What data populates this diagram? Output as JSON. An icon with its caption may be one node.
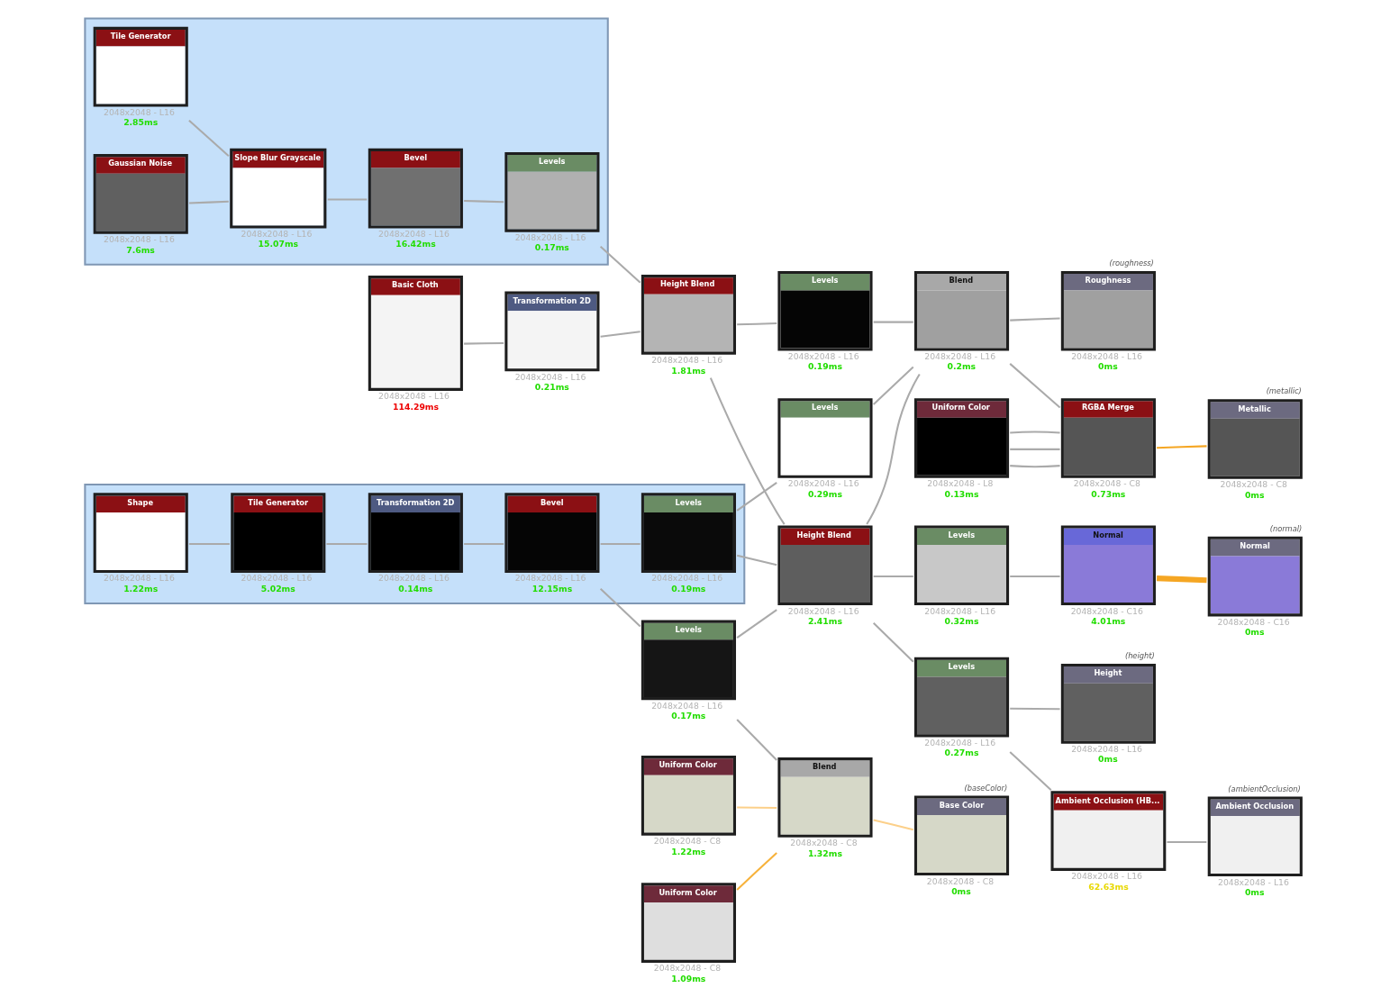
{
  "diagram": {
    "nodes": [
      {
        "text": [],
        "shape": "box"
      },
      {
        "text": [
          "Shape"
        ],
        "in": 0,
        "beside": [
          "2048x2048 - L16",
          "1.22ms"
        ]
      },
      {
        "text": [
          "Tile Generator"
        ],
        "in": 0,
        "beside": [
          "2048x2048 - L16",
          "5.02ms"
        ]
      },
      {
        "text": [
          "Transformation 2D"
        ],
        "in": 0,
        "beside": [
          "2048x2048 - L16",
          "0.14ms"
        ]
      },
      {
        "text": [
          "Bevel"
        ],
        "in": 0,
        "beside": [
          "2048x2048 - L16",
          "12.15ms"
        ]
      },
      {
        "text": [
          "Levels"
        ],
        "in": 0,
        "beside": [
          "2048x2048 - L16",
          "0.19ms"
        ]
      },
      {
        "text": [
          "Uniform Color"
        ],
        "beside": [
          "2048x2048 - C8",
          "1.09ms"
        ]
      },
      {
        "text": [
          "Uniform Color"
        ],
        "beside": [
          "2048x2048 - C8",
          "1.22ms"
        ]
      },
      {
        "text": [
          "Blend"
        ],
        "beside": [
          "2048x2048 - C8",
          "1.32ms"
        ]
      },
      {
        "text": [
          "Base Color"
        ],
        "beside": [
          "(baseColor)",
          "2048x2048 - C8",
          "0ms"
        ]
      },
      {
        "text": [
          "Basic Cloth"
        ],
        "beside": [
          "2048x2048 - L16",
          "114.29ms"
        ]
      },
      {
        "text": [
          "Transformation 2D"
        ],
        "beside": [
          "2048x2048 - L16",
          "0.21ms"
        ]
      },
      {
        "text": [
          "Height Blend"
        ],
        "beside": [
          "2048x2048 - L16",
          "1.81ms"
        ]
      },
      {
        "text": [
          "Height Blend"
        ],
        "beside": [
          "2048x2048 - L16",
          "2.41ms"
        ]
      },
      {
        "text": [
          "Levels"
        ],
        "beside": [
          "2048x2048 - L16",
          "0.32ms"
        ]
      },
      {
        "text": [
          "Normal"
        ],
        "beside": [
          "2048x2048 - C16",
          "4.01ms"
        ]
      },
      {
        "text": [
          "Normal"
        ],
        "beside": [
          "(normal)",
          "2048x2048 - C16",
          "0ms"
        ]
      },
      {
        "text": [
          "Levels"
        ],
        "beside": [
          "2048x2048 - L16",
          "0.17ms"
        ]
      },
      {
        "text": [
          "Levels"
        ],
        "beside": [
          "2048x2048 - L16",
          "0.19ms"
        ]
      },
      {
        "text": [
          "Blend"
        ],
        "beside": [
          "2048x2048 - L16",
          "0.2ms"
        ]
      },
      {
        "text": [
          "Roughness"
        ],
        "beside": [
          "(roughness)",
          "2048x2048 - L16",
          "0ms"
        ]
      },
      {
        "text": [],
        "shape": "box"
      },
      {
        "text": [
          "Tile Generator"
        ],
        "in": 21,
        "beside": [
          "2048x2048 - L16",
          "2.85ms"
        ]
      },
      {
        "text": [
          "Slope Blur Grayscale"
        ],
        "in": 21,
        "beside": [
          "2048x2048 - L16",
          "15.07ms"
        ]
      },
      {
        "text": [
          "Bevel"
        ],
        "in": 21,
        "beside": [
          "2048x2048 - L16",
          "16.42ms"
        ]
      },
      {
        "text": [
          "Levels"
        ],
        "in": 21,
        "beside": [
          "2048x2048 - L16",
          "0.17ms"
        ]
      },
      {
        "text": [
          "Gaussian Noise"
        ],
        "in": 21,
        "beside": [
          "2048x2048 - L16",
          "7.6ms"
        ]
      },
      {
        "text": [
          "Levels"
        ],
        "beside": [
          "2048x2048 - L16",
          "0.29ms"
        ]
      },
      {
        "text": [
          "Uniform Color"
        ],
        "beside": [
          "2048x2048 - L8",
          "0.13ms"
        ]
      },
      {
        "text": [
          "RGBA Merge"
        ],
        "beside": [
          "2048x2048 - C8",
          "0.73ms"
        ]
      },
      {
        "text": [
          "Metallic"
        ],
        "beside": [
          "(metallic)",
          "2048x2048 - C8",
          "0ms"
        ]
      },
      {
        "text": [
          "Ambient Occlusion (HB..."
        ],
        "beside": [
          "2048x2048 - L16",
          "62.63ms"
        ]
      },
      {
        "text": [
          "Ambient Occlusion"
        ],
        "beside": [
          "(ambientOcclusion)",
          "2048x2048 - L16",
          "0ms"
        ]
      },
      {
        "text": [
          "Levels"
        ],
        "beside": [
          "2048x2048 - L16",
          "0.27ms"
        ]
      },
      {
        "text": [
          "Height"
        ],
        "beside": [
          "(height)",
          "2048x2048 - L16",
          "0ms"
        ]
      }
    ],
    "edges": [
      {
        "from": 1,
        "to": 2,
        "arrow": "none"
      },
      {
        "from": 2,
        "to": 3,
        "arrow": "none"
      },
      {
        "from": 3,
        "to": 4,
        "arrow": "none"
      },
      {
        "from": 4,
        "to": 5,
        "arrow": "none"
      },
      {
        "from": 4,
        "to": 17,
        "arrow": "none"
      },
      {
        "from": 6,
        "to": 8,
        "arrow": "none",
        "color": "#f7b23b"
      },
      {
        "from": 7,
        "to": 8,
        "arrow": "none",
        "color": "#fcd08a"
      },
      {
        "from": 17,
        "to": 8,
        "arrow": "none"
      },
      {
        "from": 8,
        "to": 9,
        "arrow": "none",
        "color": "#fcd08a"
      },
      {
        "from": 10,
        "to": 11,
        "arrow": "none"
      },
      {
        "from": 11,
        "to": 12,
        "arrow": "none"
      },
      {
        "from": 25,
        "to": 12,
        "arrow": "none"
      },
      {
        "from": 5,
        "to": 13,
        "arrow": "none"
      },
      {
        "from": 12,
        "to": 13,
        "arrow": "none"
      },
      {
        "from": 17,
        "to": 13,
        "arrow": "none"
      },
      {
        "from": 13,
        "to": 14,
        "arrow": "none"
      },
      {
        "from": 14,
        "to": 15,
        "arrow": "none"
      },
      {
        "from": 15,
        "to": 16,
        "arrow": "none",
        "style": "thick",
        "color": "#f5a623"
      },
      {
        "from": 12,
        "to": 18,
        "arrow": "none"
      },
      {
        "from": 5,
        "to": 27,
        "arrow": "none"
      },
      {
        "from": 18,
        "to": 19,
        "arrow": "none"
      },
      {
        "from": 27,
        "to": 19,
        "arrow": "none"
      },
      {
        "from": 13,
        "to": 19,
        "arrow": "none"
      },
      {
        "from": 19,
        "to": 20,
        "arrow": "none"
      },
      {
        "from": 22,
        "to": 23,
        "arrow": "none"
      },
      {
        "from": 26,
        "to": 23,
        "arrow": "none"
      },
      {
        "from": 23,
        "to": 24,
        "arrow": "none"
      },
      {
        "from": 24,
        "to": 25,
        "arrow": "none"
      },
      {
        "from": 28,
        "to": 29,
        "arrow": "none"
      },
      {
        "from": 28,
        "to": 29,
        "arrow": "none"
      },
      {
        "from": 28,
        "to": 29,
        "arrow": "none"
      },
      {
        "from": 19,
        "to": 29,
        "arrow": "none"
      },
      {
        "from": 29,
        "to": 30,
        "arrow": "none",
        "color": "#f5a623"
      },
      {
        "from": 13,
        "to": 33,
        "arrow": "none"
      },
      {
        "from": 33,
        "to": 31,
        "arrow": "none"
      },
      {
        "from": 31,
        "to": 32,
        "arrow": "none"
      },
      {
        "from": 33,
        "to": 34,
        "arrow": "none"
      }
    ]
  }
}
